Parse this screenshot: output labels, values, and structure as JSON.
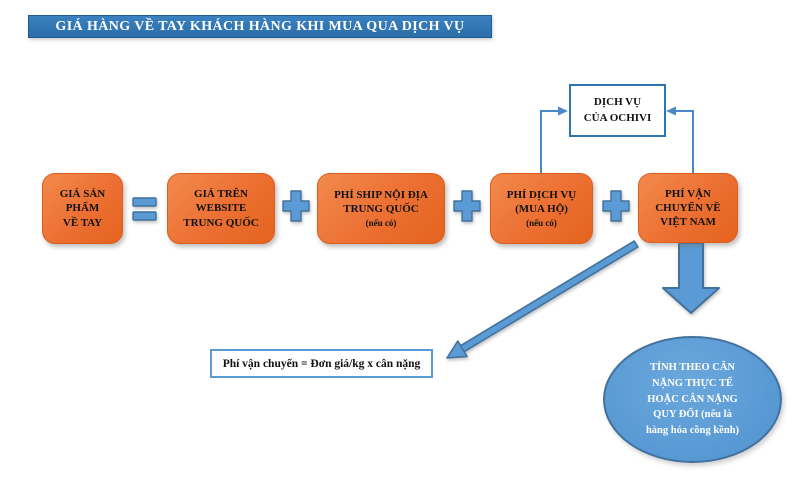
{
  "title": "GIÁ HÀNG VỀ TAY KHÁCH HÀNG KHI MUA QUA DỊCH VỤ",
  "flow": {
    "boxes": [
      {
        "lines": [
          "GIÁ SẢN",
          "PHẨM",
          "VỀ TAY"
        ]
      },
      {
        "lines": [
          "GIÁ TRÊN",
          "WEBSITE",
          "TRUNG QUỐC"
        ]
      },
      {
        "lines": [
          "PHÍ SHIP NỘI ĐỊA",
          "TRUNG QUỐC"
        ],
        "note": "(nếu có)"
      },
      {
        "lines": [
          "PHÍ DỊCH VỤ",
          "(MUA HỘ)"
        ],
        "note": "(nếu có)"
      },
      {
        "lines": [
          "PHÍ VẬN",
          "CHUYỂN VỀ",
          "VIỆT NAM"
        ]
      }
    ],
    "operators": [
      "=",
      "+",
      "+",
      "+"
    ]
  },
  "service_box": {
    "lines": [
      "DỊCH VỤ",
      "CỦA OCHIVI"
    ]
  },
  "formula_box": {
    "text": "Phí vận chuyển = Đơn giá/kg x cân nặng"
  },
  "weight_ellipse": {
    "lines": [
      "TÍNH THEO CÂN",
      "NẶNG THỰC TẾ",
      "HOẶC CÂN NẶNG",
      "QUY ĐỔI (nếu là",
      "hàng hóa cồng kềnh)"
    ]
  },
  "colors": {
    "title_bg": "#2E75B6",
    "box_fill": "#ED7134",
    "box_border": "#DB5E1D",
    "shape_fill": "#5B9BD5",
    "shape_border": "#41719C",
    "connector": "#4A89C8",
    "service_border": "#2E75B6"
  }
}
